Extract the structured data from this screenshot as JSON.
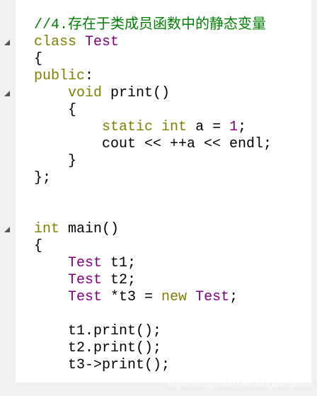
{
  "code_lines": [
    [
      {
        "t": "//4.存在于类成员函数中的静态变量",
        "k": "comment"
      }
    ],
    [
      {
        "t": "class",
        "k": "keyword"
      },
      {
        "t": " ",
        "k": "plain"
      },
      {
        "t": "Test",
        "k": "class"
      }
    ],
    [
      {
        "t": "{",
        "k": "plain"
      }
    ],
    [
      {
        "t": "public",
        "k": "keyword"
      },
      {
        "t": ":",
        "k": "plain"
      }
    ],
    [
      {
        "t": "    ",
        "k": "plain"
      },
      {
        "t": "void",
        "k": "keyword"
      },
      {
        "t": " print()",
        "k": "plain"
      }
    ],
    [
      {
        "t": "    {",
        "k": "plain"
      }
    ],
    [
      {
        "t": "        ",
        "k": "plain"
      },
      {
        "t": "static",
        "k": "keyword"
      },
      {
        "t": " ",
        "k": "plain"
      },
      {
        "t": "int",
        "k": "keyword"
      },
      {
        "t": " a = ",
        "k": "plain"
      },
      {
        "t": "1",
        "k": "number"
      },
      {
        "t": ";",
        "k": "plain"
      }
    ],
    [
      {
        "t": "        cout << ++a << endl;",
        "k": "plain"
      }
    ],
    [
      {
        "t": "    }",
        "k": "plain"
      }
    ],
    [
      {
        "t": "};",
        "k": "plain"
      }
    ],
    [
      {
        "t": "",
        "k": "plain"
      }
    ],
    [
      {
        "t": "",
        "k": "plain"
      }
    ],
    [
      {
        "t": "int",
        "k": "keyword"
      },
      {
        "t": " main()",
        "k": "plain"
      }
    ],
    [
      {
        "t": "{",
        "k": "plain"
      }
    ],
    [
      {
        "t": "    ",
        "k": "plain"
      },
      {
        "t": "Test",
        "k": "class"
      },
      {
        "t": " t1;",
        "k": "plain"
      }
    ],
    [
      {
        "t": "    ",
        "k": "plain"
      },
      {
        "t": "Test",
        "k": "class"
      },
      {
        "t": " t2;",
        "k": "plain"
      }
    ],
    [
      {
        "t": "    ",
        "k": "plain"
      },
      {
        "t": "Test",
        "k": "class"
      },
      {
        "t": " *t3 = ",
        "k": "plain"
      },
      {
        "t": "new",
        "k": "keyword"
      },
      {
        "t": " ",
        "k": "plain"
      },
      {
        "t": "Test",
        "k": "class"
      },
      {
        "t": ";",
        "k": "plain"
      }
    ],
    [
      {
        "t": "",
        "k": "plain"
      }
    ],
    [
      {
        "t": "    t1.print();",
        "k": "plain"
      }
    ],
    [
      {
        "t": "    t2.print();",
        "k": "plain"
      }
    ],
    [
      {
        "t": "    t3->print();",
        "k": "plain"
      }
    ]
  ],
  "fold_markers": [
    {
      "line": 1,
      "icon": "collapse-triangle-icon"
    },
    {
      "line": 4,
      "icon": "collapse-triangle-icon"
    },
    {
      "line": 12,
      "icon": "collapse-triangle-icon"
    }
  ],
  "watermark": "https://blog.csdn.net/haogewudi666",
  "colors": {
    "comment": "#008000",
    "keyword": "#808000",
    "class": "#800080",
    "number": "#800080",
    "plain": "#000000",
    "background": "#ffffff",
    "gutter": "#f0f0f0"
  }
}
